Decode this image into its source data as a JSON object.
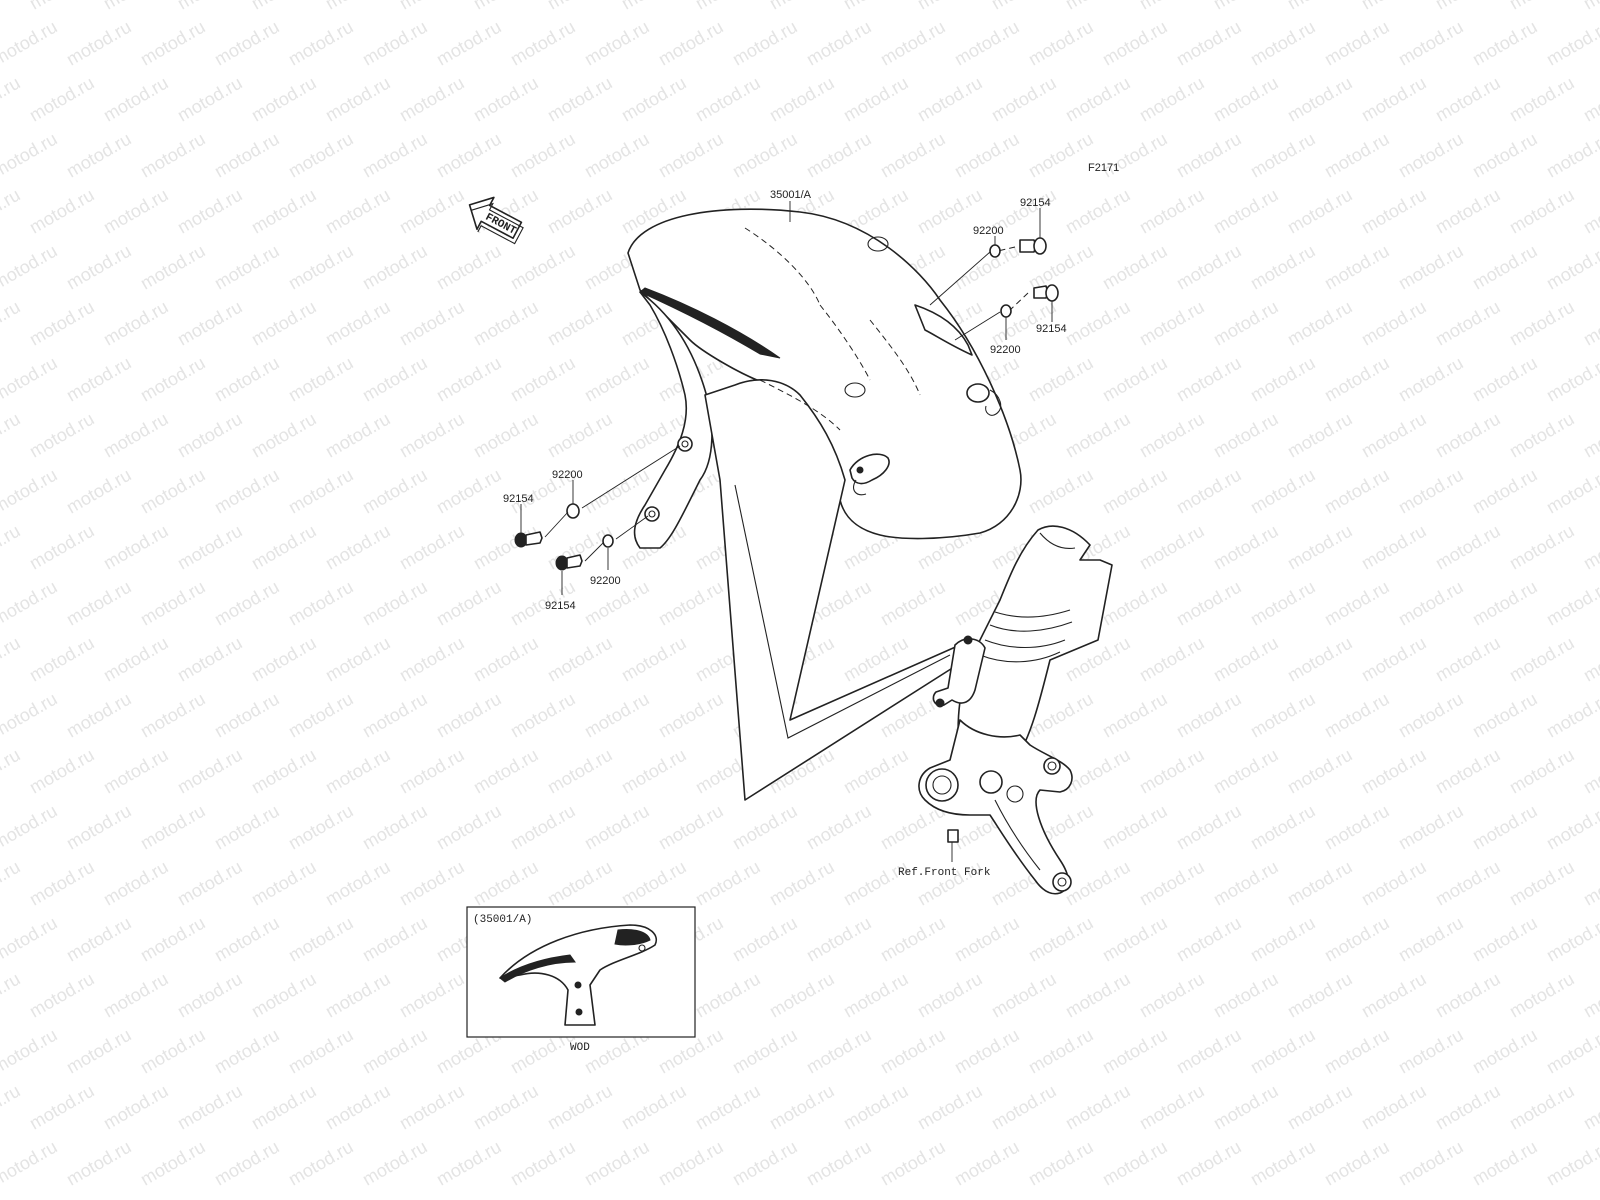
{
  "watermark": "motod.ru",
  "figure_code": "F2171",
  "front_arrow_label": "FRONT",
  "parts": {
    "fender": "35001/A",
    "bolt_top_right": "92154",
    "washer_top_right": "92200",
    "bolt_mid_right": "92154",
    "washer_mid_right": "92200",
    "washer_left_upper": "92200",
    "bolt_left_upper": "92154",
    "washer_left_lower": "92200",
    "bolt_left_lower": "92154"
  },
  "reference": "Ref.Front Fork",
  "inset": {
    "title": "(35001/A)",
    "caption": "WOD"
  }
}
